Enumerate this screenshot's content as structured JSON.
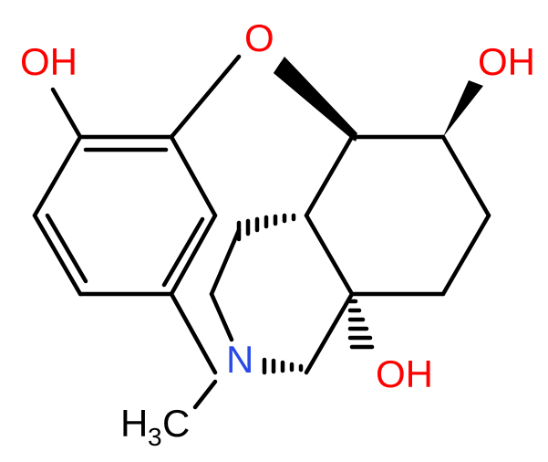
{
  "molecule": {
    "colors": {
      "carbon_bond": "#000000",
      "oxygen": "#ff0000",
      "nitrogen": "#2a4ae8",
      "background": "#ffffff"
    },
    "atom_labels": {
      "oh_left": "OH",
      "o_ring": "O",
      "oh_top_right": "OH",
      "oh_bottom": "OH",
      "n": "N",
      "methyl_h": "H",
      "methyl_sub": "3",
      "methyl_c": "C"
    }
  }
}
